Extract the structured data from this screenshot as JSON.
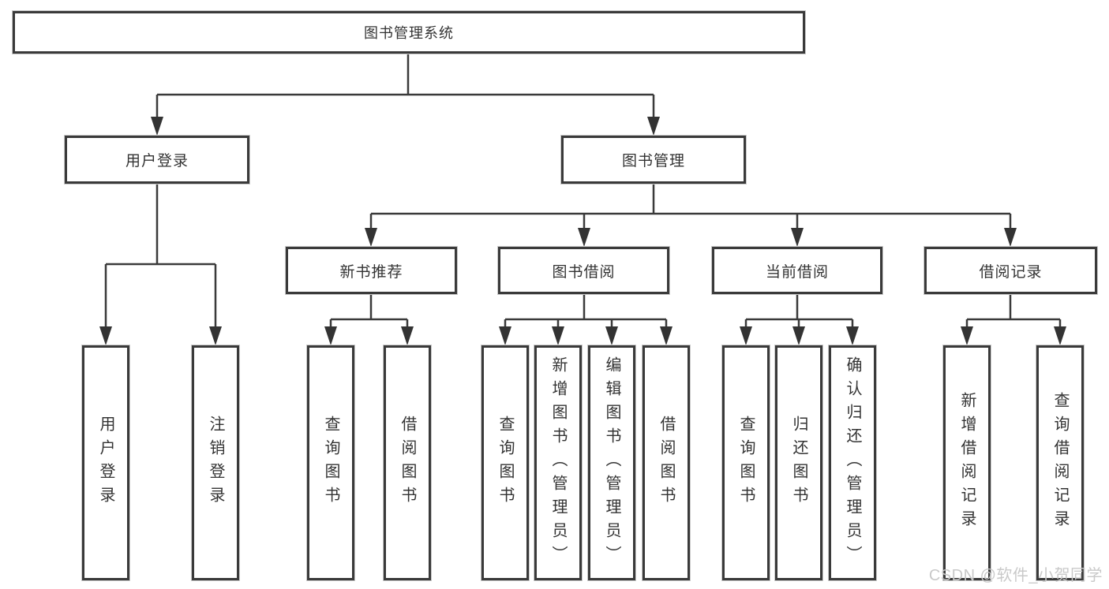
{
  "colors": {
    "line": "#3a3a3a",
    "box_border": "#3a3a3a",
    "box_background": "#ffffff",
    "text": "#333333",
    "watermark": "#c9c9c9"
  },
  "watermark": {
    "text": "CSDN @软件_小贺同学"
  },
  "tree": {
    "root": {
      "label": "图书管理系统",
      "children": [
        {
          "label": "用户登录",
          "children": [
            {
              "label": "用户登录"
            },
            {
              "label": "注销登录"
            }
          ]
        },
        {
          "label": "图书管理",
          "children": [
            {
              "label": "新书推荐",
              "children": [
                {
                  "label": "查询图书"
                },
                {
                  "label": "借阅图书"
                }
              ]
            },
            {
              "label": "图书借阅",
              "children": [
                {
                  "label": "查询图书"
                },
                {
                  "label": "新增图书（管理员）"
                },
                {
                  "label": "编辑图书（管理员）"
                },
                {
                  "label": "借阅图书"
                }
              ]
            },
            {
              "label": "当前借阅",
              "children": [
                {
                  "label": "查询图书"
                },
                {
                  "label": "归还图书"
                },
                {
                  "label": "确认归还（管理员）"
                }
              ]
            },
            {
              "label": "借阅记录",
              "children": [
                {
                  "label": "新增借阅记录"
                },
                {
                  "label": "查询借阅记录"
                }
              ]
            }
          ]
        }
      ]
    }
  }
}
